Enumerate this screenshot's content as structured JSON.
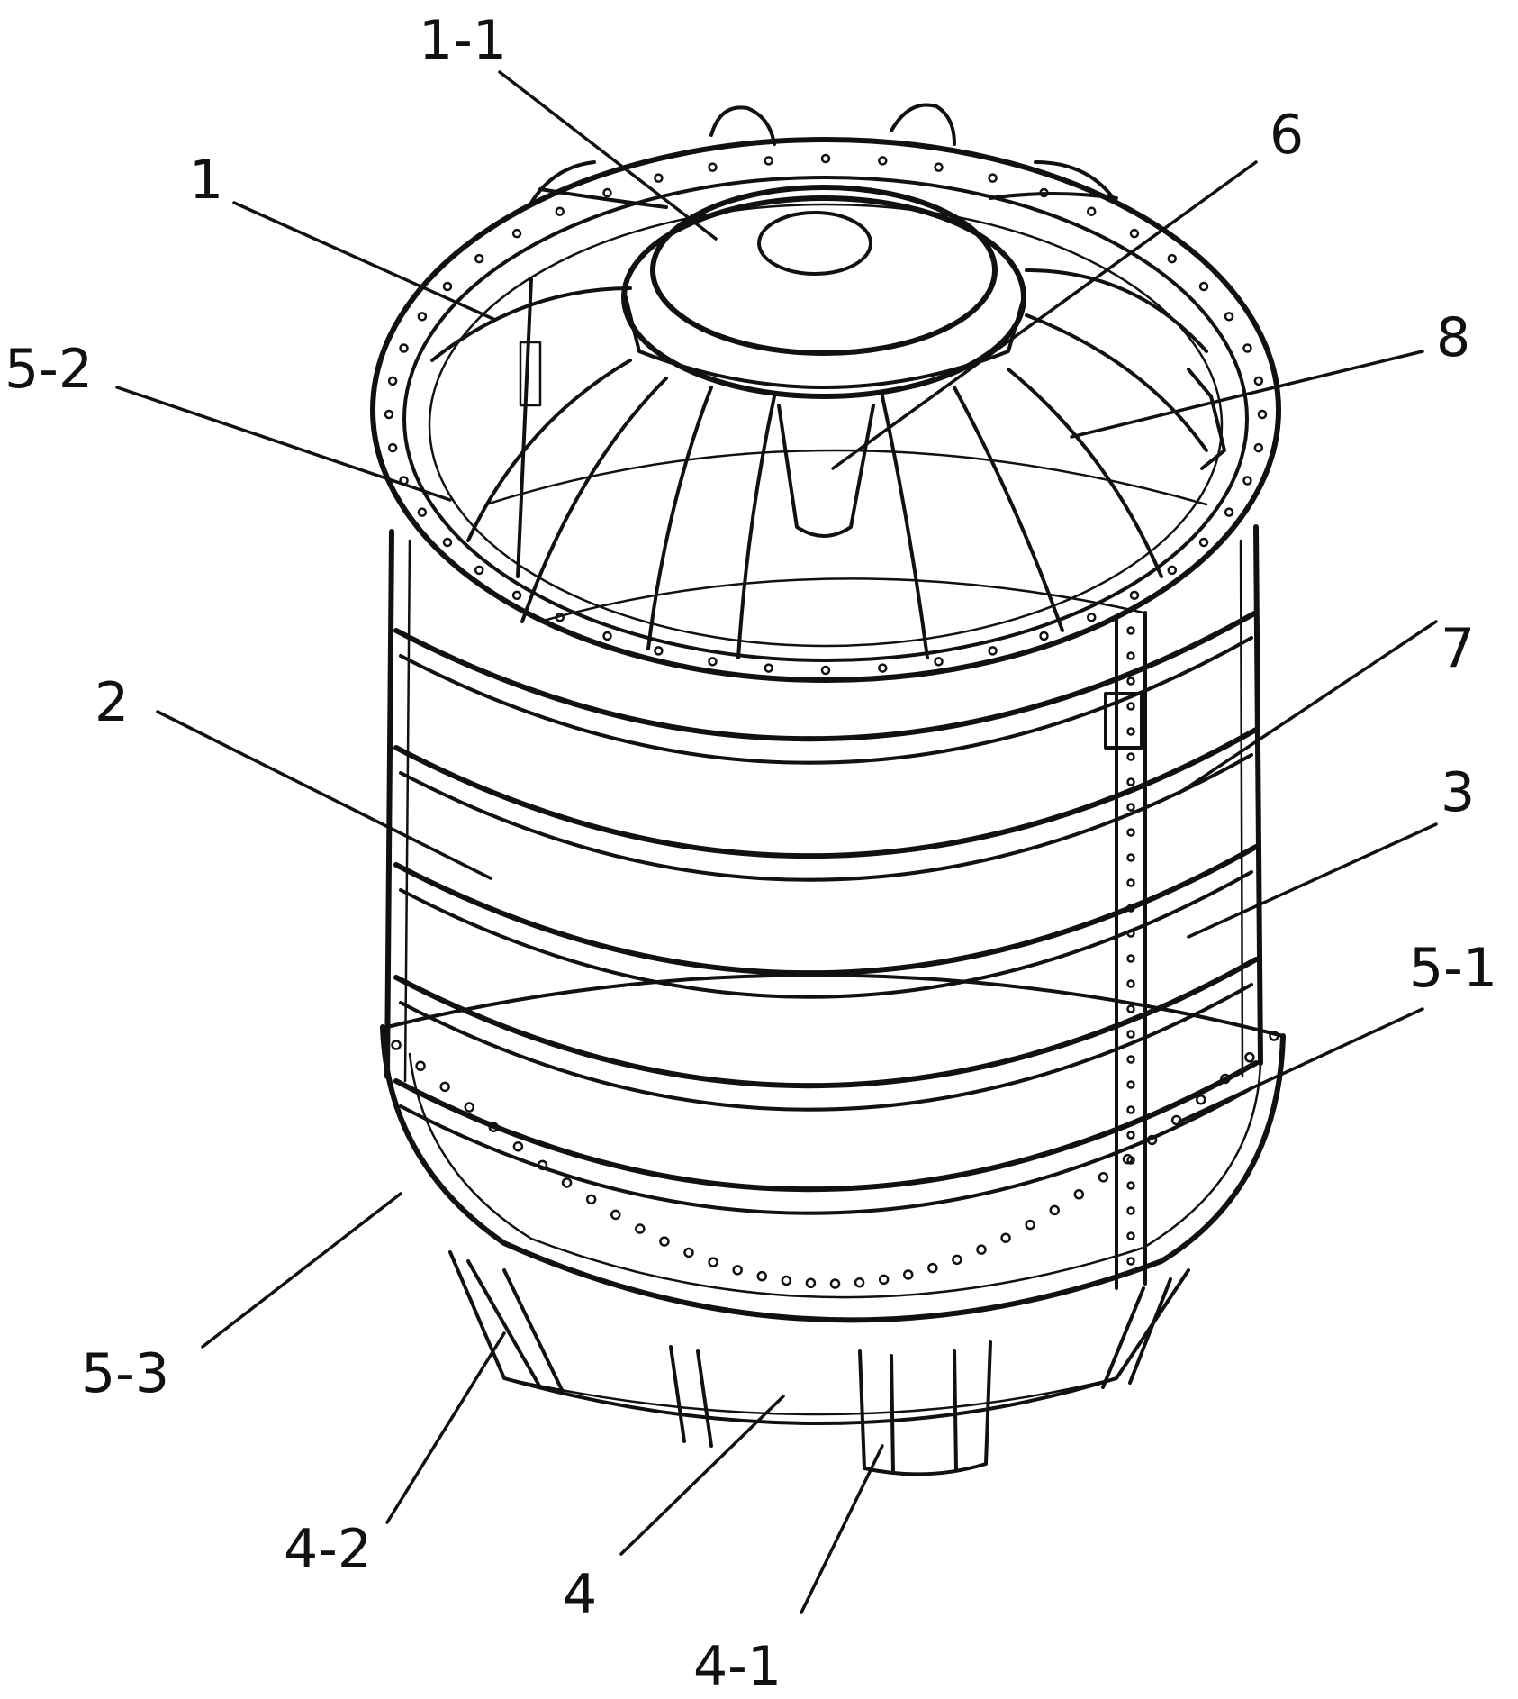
{
  "figure": {
    "callouts": [
      {
        "id": "label-1-1",
        "text": "1-1"
      },
      {
        "id": "label-1",
        "text": "1"
      },
      {
        "id": "label-5-2",
        "text": "5-2"
      },
      {
        "id": "label-6",
        "text": "6"
      },
      {
        "id": "label-8",
        "text": "8"
      },
      {
        "id": "label-7",
        "text": "7"
      },
      {
        "id": "label-2",
        "text": "2"
      },
      {
        "id": "label-3",
        "text": "3"
      },
      {
        "id": "label-5-1",
        "text": "5-1"
      },
      {
        "id": "label-5-3",
        "text": "5-3"
      },
      {
        "id": "label-4-2",
        "text": "4-2"
      },
      {
        "id": "label-4",
        "text": "4"
      },
      {
        "id": "label-4-1",
        "text": "4-1"
      }
    ],
    "colors": {
      "ink": "#111111",
      "paper": "#ffffff"
    }
  }
}
